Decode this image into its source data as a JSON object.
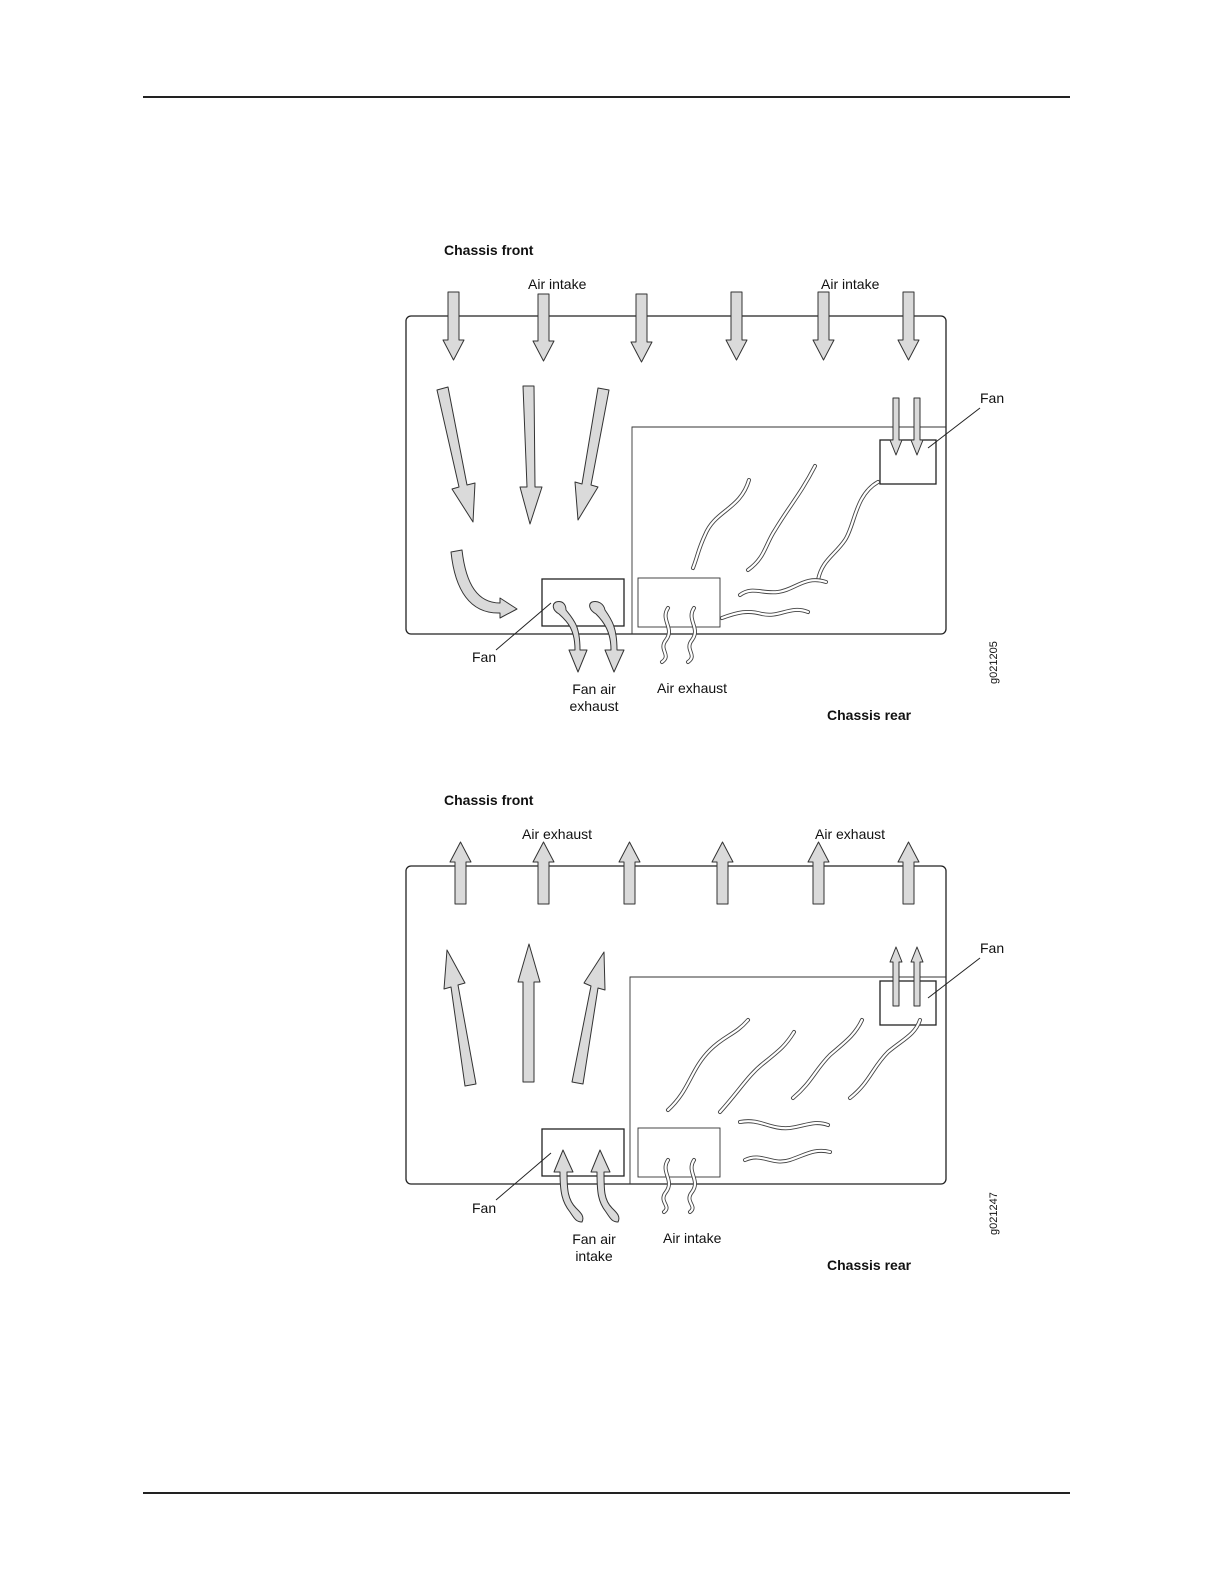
{
  "diagrams": [
    {
      "chassis_front": "Chassis front",
      "top_label_left": "Air intake",
      "top_label_right": "Air intake",
      "fan_right": "Fan",
      "fan_left": "Fan",
      "fan_air_line1": "Fan air",
      "fan_air_line2": "exhaust",
      "bottom_air": "Air exhaust",
      "chassis_rear": "Chassis rear",
      "figure_id": "g021205"
    },
    {
      "chassis_front": "Chassis front",
      "top_label_left": "Air exhaust",
      "top_label_right": "Air exhaust",
      "fan_right": "Fan",
      "fan_left": "Fan",
      "fan_air_line1": "Fan air",
      "fan_air_line2": "intake",
      "bottom_air": "Air intake",
      "chassis_rear": "Chassis rear",
      "figure_id": "g021247"
    }
  ]
}
